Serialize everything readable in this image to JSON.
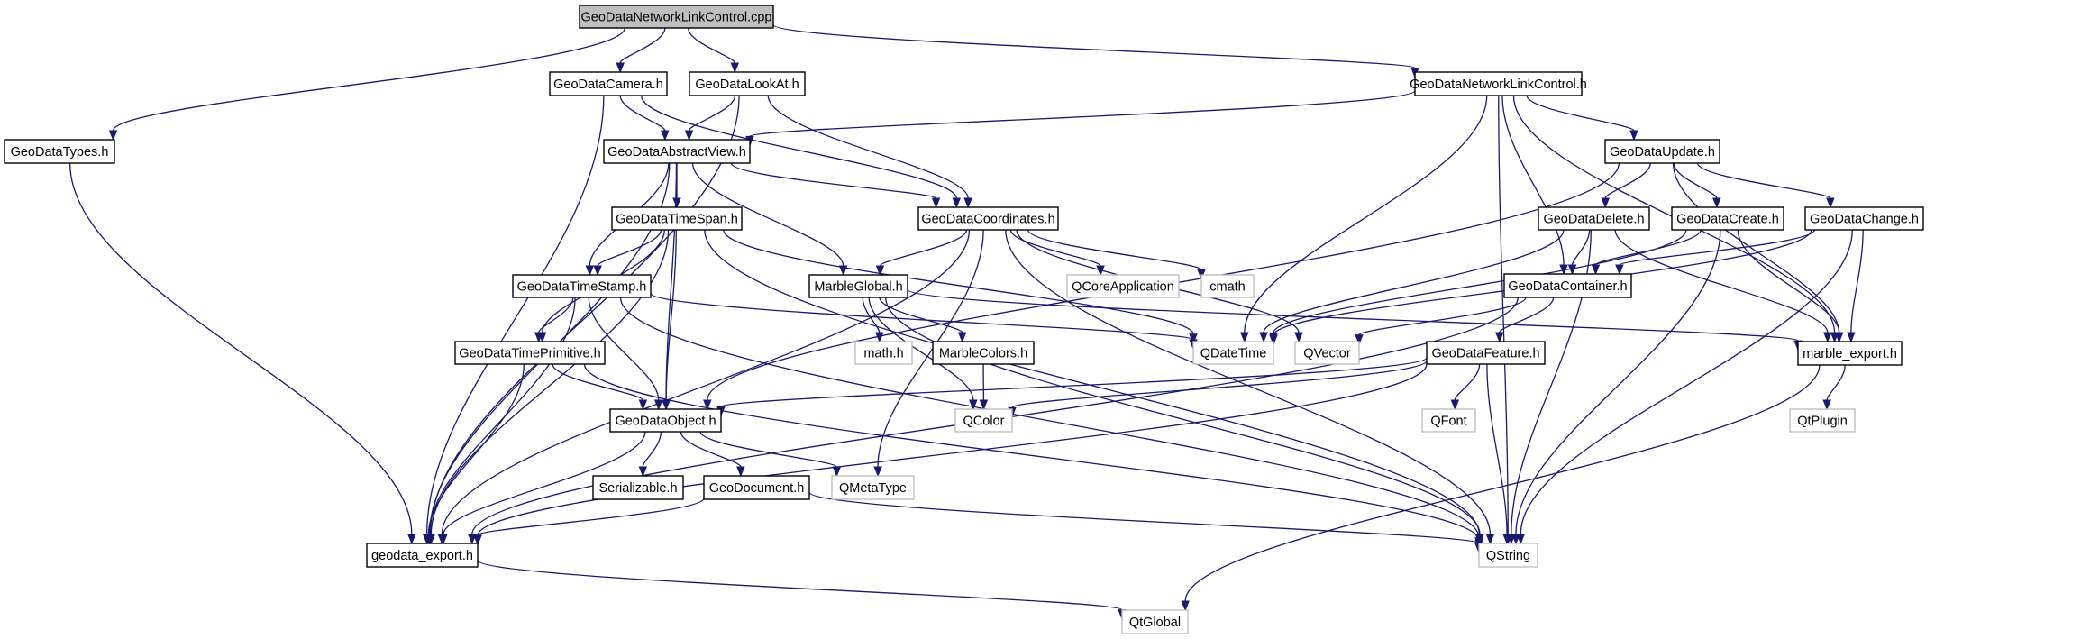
{
  "title": "GeoDataNetworkLinkControl.cpp",
  "colors": {
    "edge": "#191970",
    "root_fill": "#bfbfbf",
    "node_border": "#000000",
    "external_border": "#bfbfbf"
  },
  "nodes": [
    {
      "id": "cpp",
      "label": "GeoDataNetworkLinkControl.cpp",
      "kind": "root"
    },
    {
      "id": "camera",
      "label": "GeoDataCamera.h",
      "kind": "h"
    },
    {
      "id": "lookat",
      "label": "GeoDataLookAt.h",
      "kind": "h"
    },
    {
      "id": "nlch",
      "label": "GeoDataNetworkLinkControl.h",
      "kind": "h"
    },
    {
      "id": "types",
      "label": "GeoDataTypes.h",
      "kind": "h"
    },
    {
      "id": "abstractview",
      "label": "GeoDataAbstractView.h",
      "kind": "h"
    },
    {
      "id": "update",
      "label": "GeoDataUpdate.h",
      "kind": "h"
    },
    {
      "id": "timespan",
      "label": "GeoDataTimeSpan.h",
      "kind": "h"
    },
    {
      "id": "coordinates",
      "label": "GeoDataCoordinates.h",
      "kind": "h"
    },
    {
      "id": "delete",
      "label": "GeoDataDelete.h",
      "kind": "h"
    },
    {
      "id": "create",
      "label": "GeoDataCreate.h",
      "kind": "h"
    },
    {
      "id": "change",
      "label": "GeoDataChange.h",
      "kind": "h"
    },
    {
      "id": "timestamp",
      "label": "GeoDataTimeStamp.h",
      "kind": "h"
    },
    {
      "id": "marbleglobal",
      "label": "MarbleGlobal.h",
      "kind": "h"
    },
    {
      "id": "qcoreapp",
      "label": "QCoreApplication",
      "kind": "ext"
    },
    {
      "id": "cmath",
      "label": "cmath",
      "kind": "ext"
    },
    {
      "id": "container",
      "label": "GeoDataContainer.h",
      "kind": "h"
    },
    {
      "id": "timeprimitive",
      "label": "GeoDataTimePrimitive.h",
      "kind": "h"
    },
    {
      "id": "mathh",
      "label": "math.h",
      "kind": "ext"
    },
    {
      "id": "marblecolors",
      "label": "MarbleColors.h",
      "kind": "h"
    },
    {
      "id": "qdatetime",
      "label": "QDateTime",
      "kind": "ext"
    },
    {
      "id": "qvector",
      "label": "QVector",
      "kind": "ext"
    },
    {
      "id": "feature",
      "label": "GeoDataFeature.h",
      "kind": "h"
    },
    {
      "id": "marbleexport",
      "label": "marble_export.h",
      "kind": "h"
    },
    {
      "id": "object",
      "label": "GeoDataObject.h",
      "kind": "h"
    },
    {
      "id": "qcolor",
      "label": "QColor",
      "kind": "ext"
    },
    {
      "id": "qfont",
      "label": "QFont",
      "kind": "ext"
    },
    {
      "id": "qtplugin",
      "label": "QtPlugin",
      "kind": "ext"
    },
    {
      "id": "serializable",
      "label": "Serializable.h",
      "kind": "h"
    },
    {
      "id": "geodocument",
      "label": "GeoDocument.h",
      "kind": "h"
    },
    {
      "id": "qmetatype",
      "label": "QMetaType",
      "kind": "ext"
    },
    {
      "id": "geodataexport",
      "label": "geodata_export.h",
      "kind": "h"
    },
    {
      "id": "qstring",
      "label": "QString",
      "kind": "ext"
    },
    {
      "id": "qtglobal",
      "label": "QtGlobal",
      "kind": "ext"
    }
  ],
  "edges": [
    [
      "cpp",
      "camera"
    ],
    [
      "cpp",
      "lookat"
    ],
    [
      "cpp",
      "types"
    ],
    [
      "cpp",
      "nlch"
    ],
    [
      "camera",
      "abstractview"
    ],
    [
      "camera",
      "coordinates"
    ],
    [
      "camera",
      "geodataexport"
    ],
    [
      "lookat",
      "abstractview"
    ],
    [
      "lookat",
      "coordinates"
    ],
    [
      "lookat",
      "geodataexport"
    ],
    [
      "types",
      "geodataexport"
    ],
    [
      "nlch",
      "abstractview"
    ],
    [
      "nlch",
      "update"
    ],
    [
      "nlch",
      "container"
    ],
    [
      "nlch",
      "qdatetime"
    ],
    [
      "nlch",
      "marbleexport"
    ],
    [
      "nlch",
      "qstring"
    ],
    [
      "abstractview",
      "coordinates"
    ],
    [
      "abstractview",
      "timespan"
    ],
    [
      "abstractview",
      "timestamp"
    ],
    [
      "abstractview",
      "marbleglobal"
    ],
    [
      "abstractview",
      "object"
    ],
    [
      "abstractview",
      "geodataexport"
    ],
    [
      "update",
      "delete"
    ],
    [
      "update",
      "create"
    ],
    [
      "update",
      "change"
    ],
    [
      "update",
      "object"
    ],
    [
      "update",
      "marbleexport"
    ],
    [
      "timespan",
      "timestamp"
    ],
    [
      "timespan",
      "timeprimitive"
    ],
    [
      "timespan",
      "object"
    ],
    [
      "timespan",
      "qdatetime"
    ],
    [
      "timespan",
      "geodataexport"
    ],
    [
      "timespan",
      "qstring"
    ],
    [
      "coordinates",
      "marbleglobal"
    ],
    [
      "coordinates",
      "qcoreapp"
    ],
    [
      "coordinates",
      "cmath"
    ],
    [
      "coordinates",
      "qvector"
    ],
    [
      "coordinates",
      "qmetatype"
    ],
    [
      "coordinates",
      "qstring"
    ],
    [
      "coordinates",
      "geodataexport"
    ],
    [
      "delete",
      "container"
    ],
    [
      "delete",
      "qdatetime"
    ],
    [
      "delete",
      "marbleexport"
    ],
    [
      "delete",
      "qstring"
    ],
    [
      "create",
      "container"
    ],
    [
      "create",
      "qdatetime"
    ],
    [
      "create",
      "marbleexport"
    ],
    [
      "create",
      "qstring"
    ],
    [
      "change",
      "container"
    ],
    [
      "change",
      "qdatetime"
    ],
    [
      "change",
      "marbleexport"
    ],
    [
      "change",
      "qstring"
    ],
    [
      "timestamp",
      "timeprimitive"
    ],
    [
      "timestamp",
      "object"
    ],
    [
      "timestamp",
      "qdatetime"
    ],
    [
      "timestamp",
      "geodataexport"
    ],
    [
      "timestamp",
      "qstring"
    ],
    [
      "marbleglobal",
      "mathh"
    ],
    [
      "marbleglobal",
      "marblecolors"
    ],
    [
      "marbleglobal",
      "qcolor"
    ],
    [
      "marbleglobal",
      "marbleexport"
    ],
    [
      "marbleglobal",
      "qstring"
    ],
    [
      "container",
      "feature"
    ],
    [
      "container",
      "qvector"
    ],
    [
      "container",
      "geodataexport"
    ],
    [
      "timeprimitive",
      "object"
    ],
    [
      "timeprimitive",
      "geodataexport"
    ],
    [
      "timeprimitive",
      "qstring"
    ],
    [
      "marblecolors",
      "qcolor"
    ],
    [
      "feature",
      "object"
    ],
    [
      "feature",
      "qcolor"
    ],
    [
      "feature",
      "qfont"
    ],
    [
      "feature",
      "qstring"
    ],
    [
      "feature",
      "geodataexport"
    ],
    [
      "marbleexport",
      "qtplugin"
    ],
    [
      "marbleexport",
      "qtglobal"
    ],
    [
      "object",
      "serializable"
    ],
    [
      "object",
      "geodocument"
    ],
    [
      "object",
      "qmetatype"
    ],
    [
      "object",
      "geodataexport"
    ],
    [
      "geodocument",
      "geodataexport"
    ],
    [
      "geodocument",
      "qstring"
    ],
    [
      "geodataexport",
      "qtglobal"
    ]
  ]
}
